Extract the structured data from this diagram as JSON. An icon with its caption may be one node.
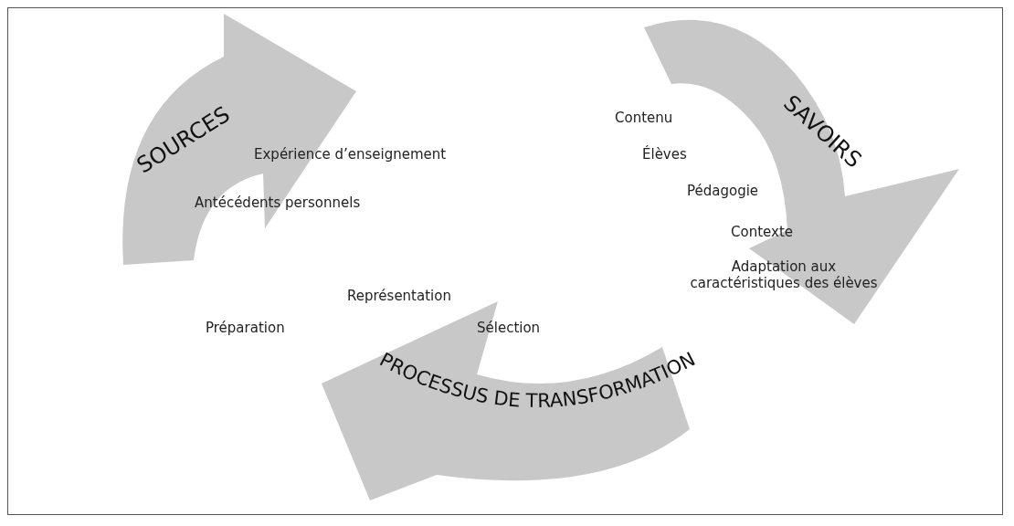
{
  "diagram": {
    "nodes": [
      {
        "text": [
          "SOURCES"
        ]
      },
      {
        "text": [
          "SAVOIRS"
        ]
      },
      {
        "text": [
          "PROCESSUS DE TRANSFORMATION"
        ]
      }
    ],
    "labels": [
      "Contenu",
      "Expérience d’enseignement",
      "Élèves",
      "Antécédents personnels",
      "Pédagogie",
      "Contexte",
      "Adaptation aux caractéristiques des élèves",
      "Représentation",
      "Préparation",
      "Sélection"
    ]
  }
}
